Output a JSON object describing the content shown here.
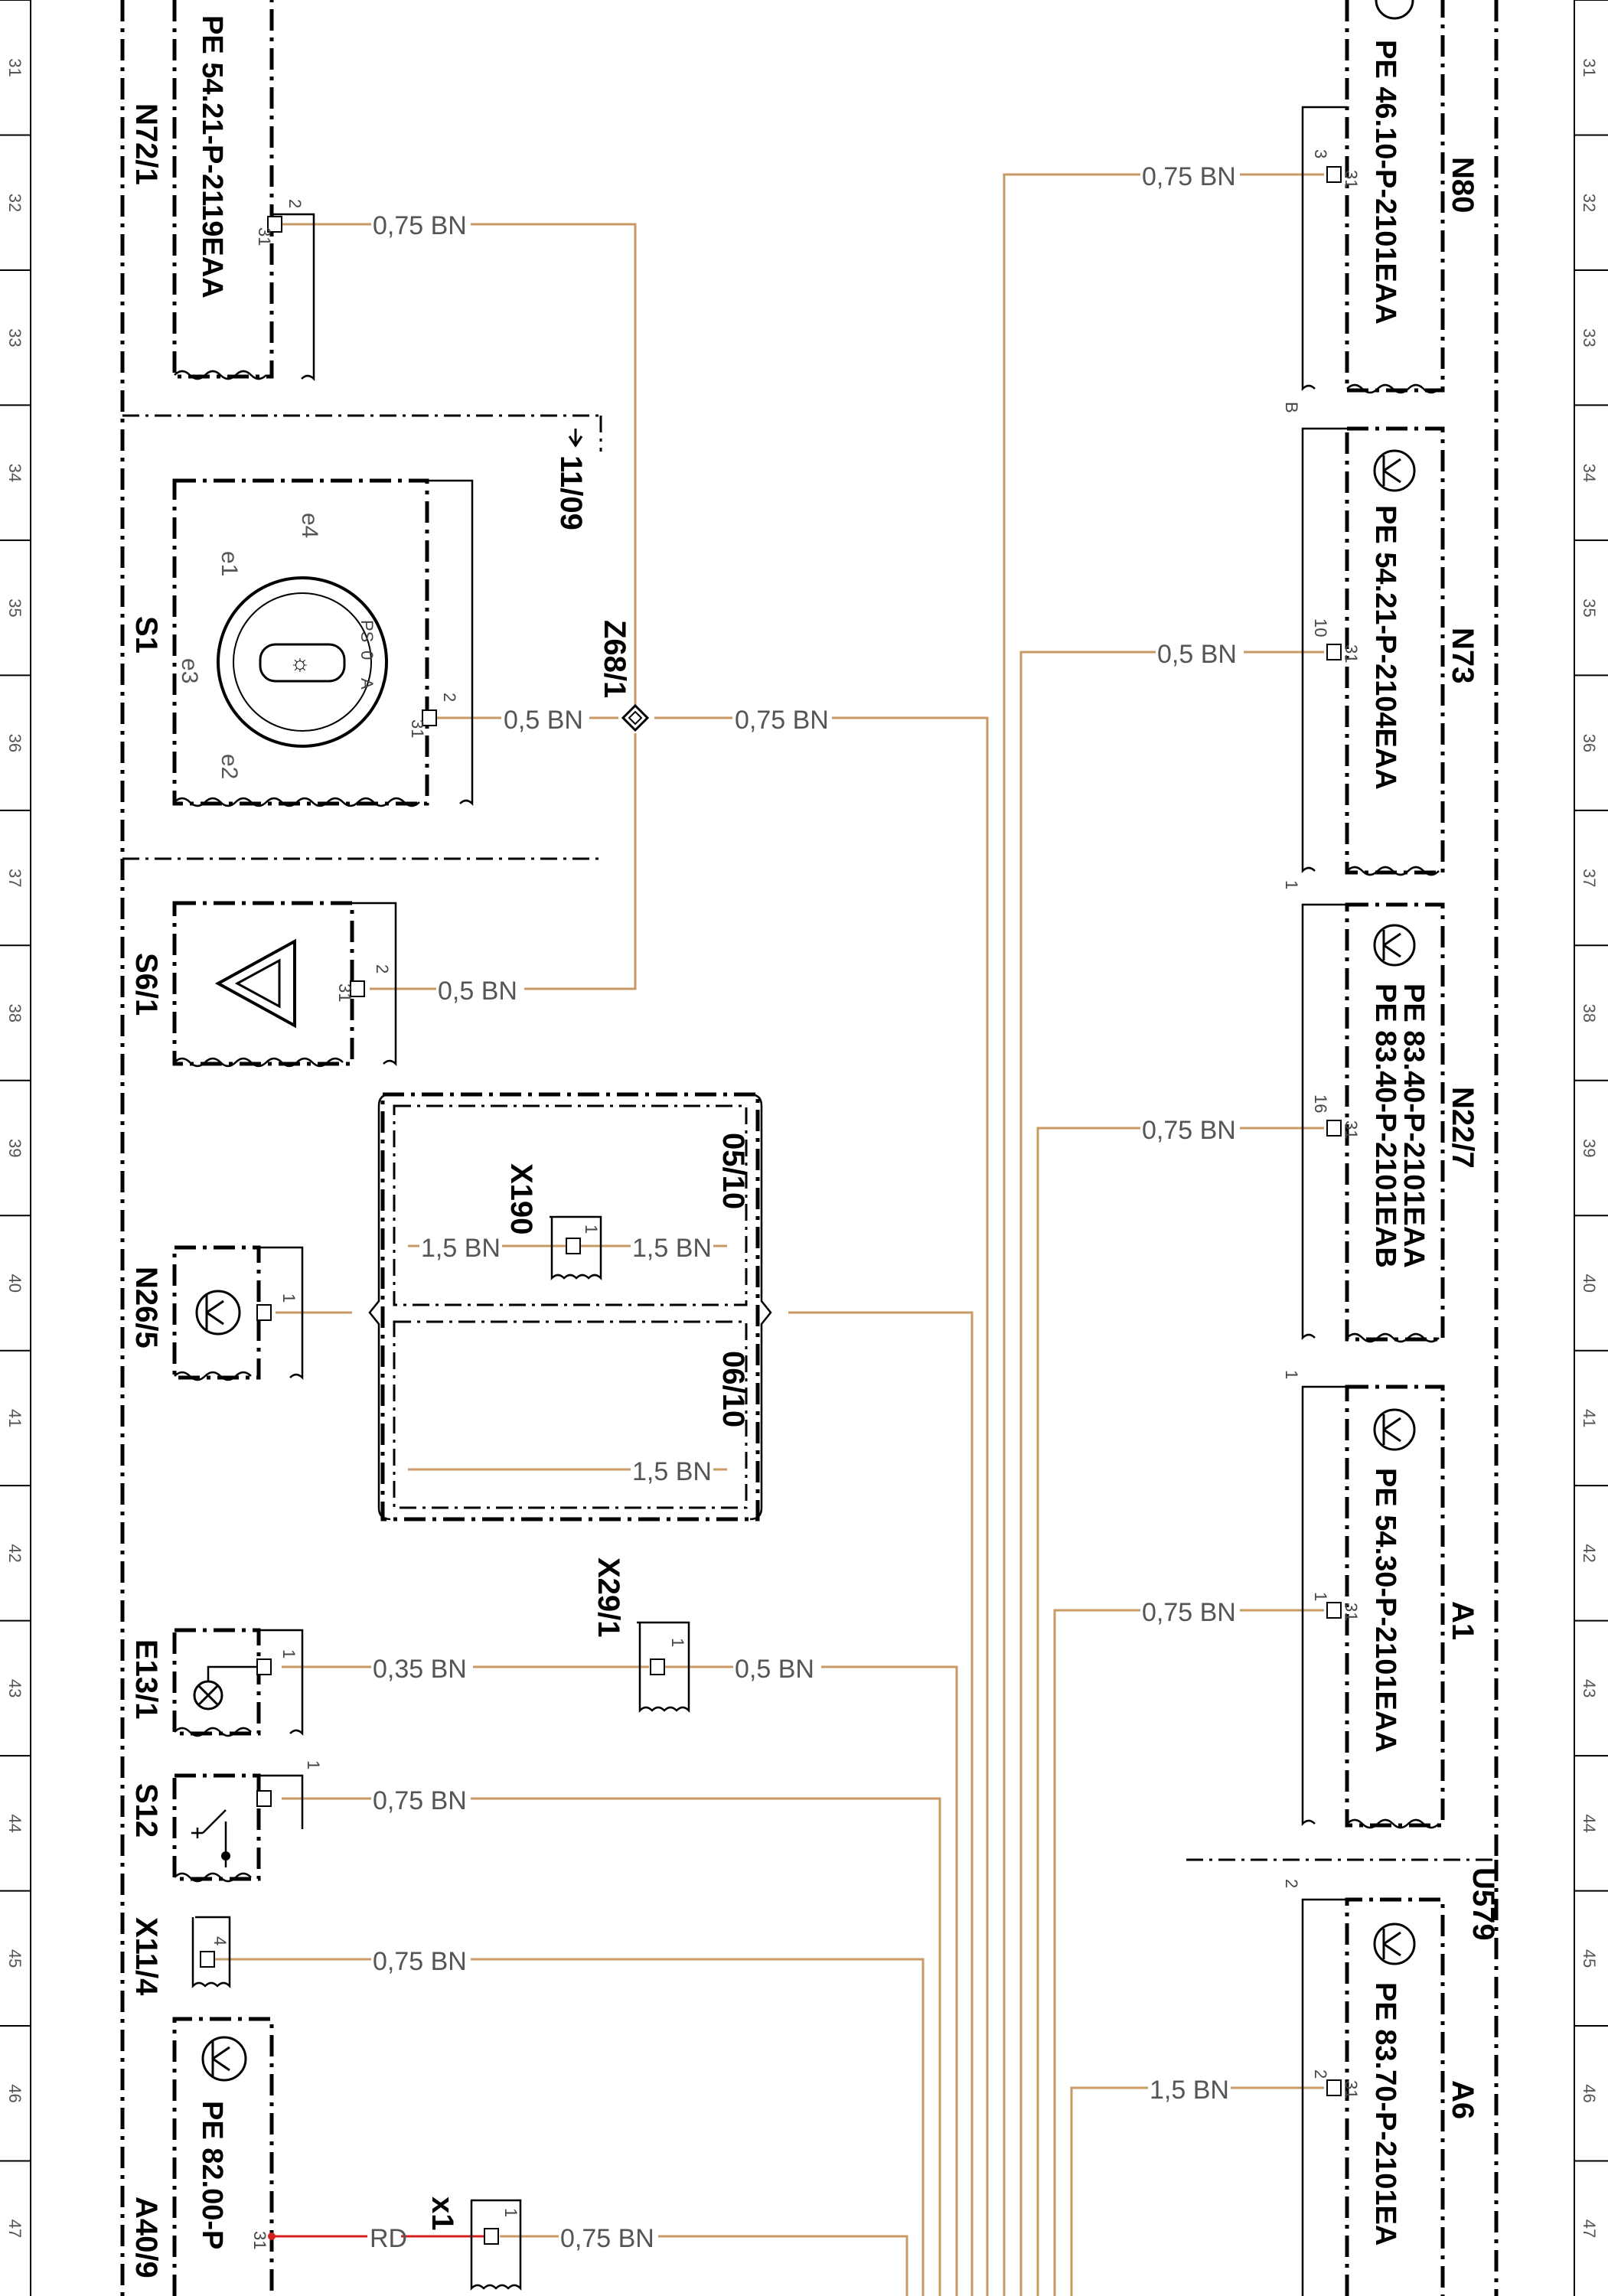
{
  "colors": {
    "brown": "#c79a66",
    "red": "#d62020",
    "black": "#000000"
  },
  "grid_numbers": [
    "31",
    "32",
    "33",
    "34",
    "35",
    "36",
    "37",
    "38",
    "39",
    "40",
    "41",
    "42",
    "43",
    "44",
    "45",
    "46",
    "47"
  ],
  "components": {
    "n72_1": {
      "label": "N72/1",
      "doc": "PE 54.21-P-2119EAA",
      "pin": "31",
      "pin_num": "2",
      "wire": "0,75 BN"
    },
    "s1": {
      "label": "S1",
      "pin": "31",
      "pin_num": "2",
      "wire": "0,5 BN",
      "positions": [
        "e1",
        "e2",
        "e3",
        "e4"
      ],
      "dial_marks": [
        "PS",
        "0",
        "A"
      ]
    },
    "z68_1": {
      "label": "Z68/1",
      "wire_out": "0,75 BN"
    },
    "ref_11_09": {
      "label": "11/09"
    },
    "s6_1": {
      "label": "S6/1",
      "pin": "31",
      "pin_num": "2",
      "wire": "0,5 BN"
    },
    "n26_5": {
      "label": "N26/5",
      "pin_num": "1"
    },
    "x190": {
      "label": "X190",
      "pin_num": "1",
      "wire_in": "1,5 BN",
      "wire_out": "1,5 BN",
      "ref": "05/10"
    },
    "ref_06_10": {
      "label": "06/10",
      "wire": "1,5 BN"
    },
    "e13_1": {
      "label": "E13/1",
      "pin_num": "1",
      "wire": "0,35 BN"
    },
    "x29_1": {
      "label": "X29/1",
      "pin_num": "1",
      "wire": "0,5 BN"
    },
    "s12": {
      "label": "S12",
      "pin_num": "1",
      "wire": "0,75 BN"
    },
    "x11_4": {
      "label": "X11/4",
      "pin_num": "4",
      "wire": "0,75 BN"
    },
    "a40_9": {
      "label": "A40/9",
      "doc": "PE 82.00-P",
      "pin": "31",
      "wire_red": "RD"
    },
    "x1": {
      "label": "x1",
      "pin_num": "1",
      "wire": "0,75 BN"
    },
    "n80": {
      "label": "N80",
      "doc": "PE 46.10-P-2101EAA",
      "pin": "31",
      "pin_num": "3",
      "wire": "0,75 BN"
    },
    "n73": {
      "label": "N73",
      "doc": "PE 54.21-P-2104EAA",
      "pin": "31",
      "pin_num": "10",
      "wire": "0,5 BN",
      "top_mark": "B"
    },
    "n22_7": {
      "label": "N22/7",
      "doc1": "PE 83.40-P-2101EAA",
      "doc2": "PE 83.40-P-2101EAB",
      "pin": "31",
      "pin_num": "16",
      "wire": "0,75 BN",
      "top_mark": "1"
    },
    "a1": {
      "label": "A1",
      "doc": "PE 54.30-P-2101EAA",
      "pin": "31",
      "pin_num": "1",
      "wire": "0,75 BN",
      "top_mark": "1"
    },
    "u579": {
      "label": "U579"
    },
    "a6": {
      "label": "A6",
      "doc": "PE 83.70-P-2101EA",
      "pin": "31",
      "pin_num": "2",
      "wire": "1,5 BN",
      "top_mark": "2"
    }
  }
}
